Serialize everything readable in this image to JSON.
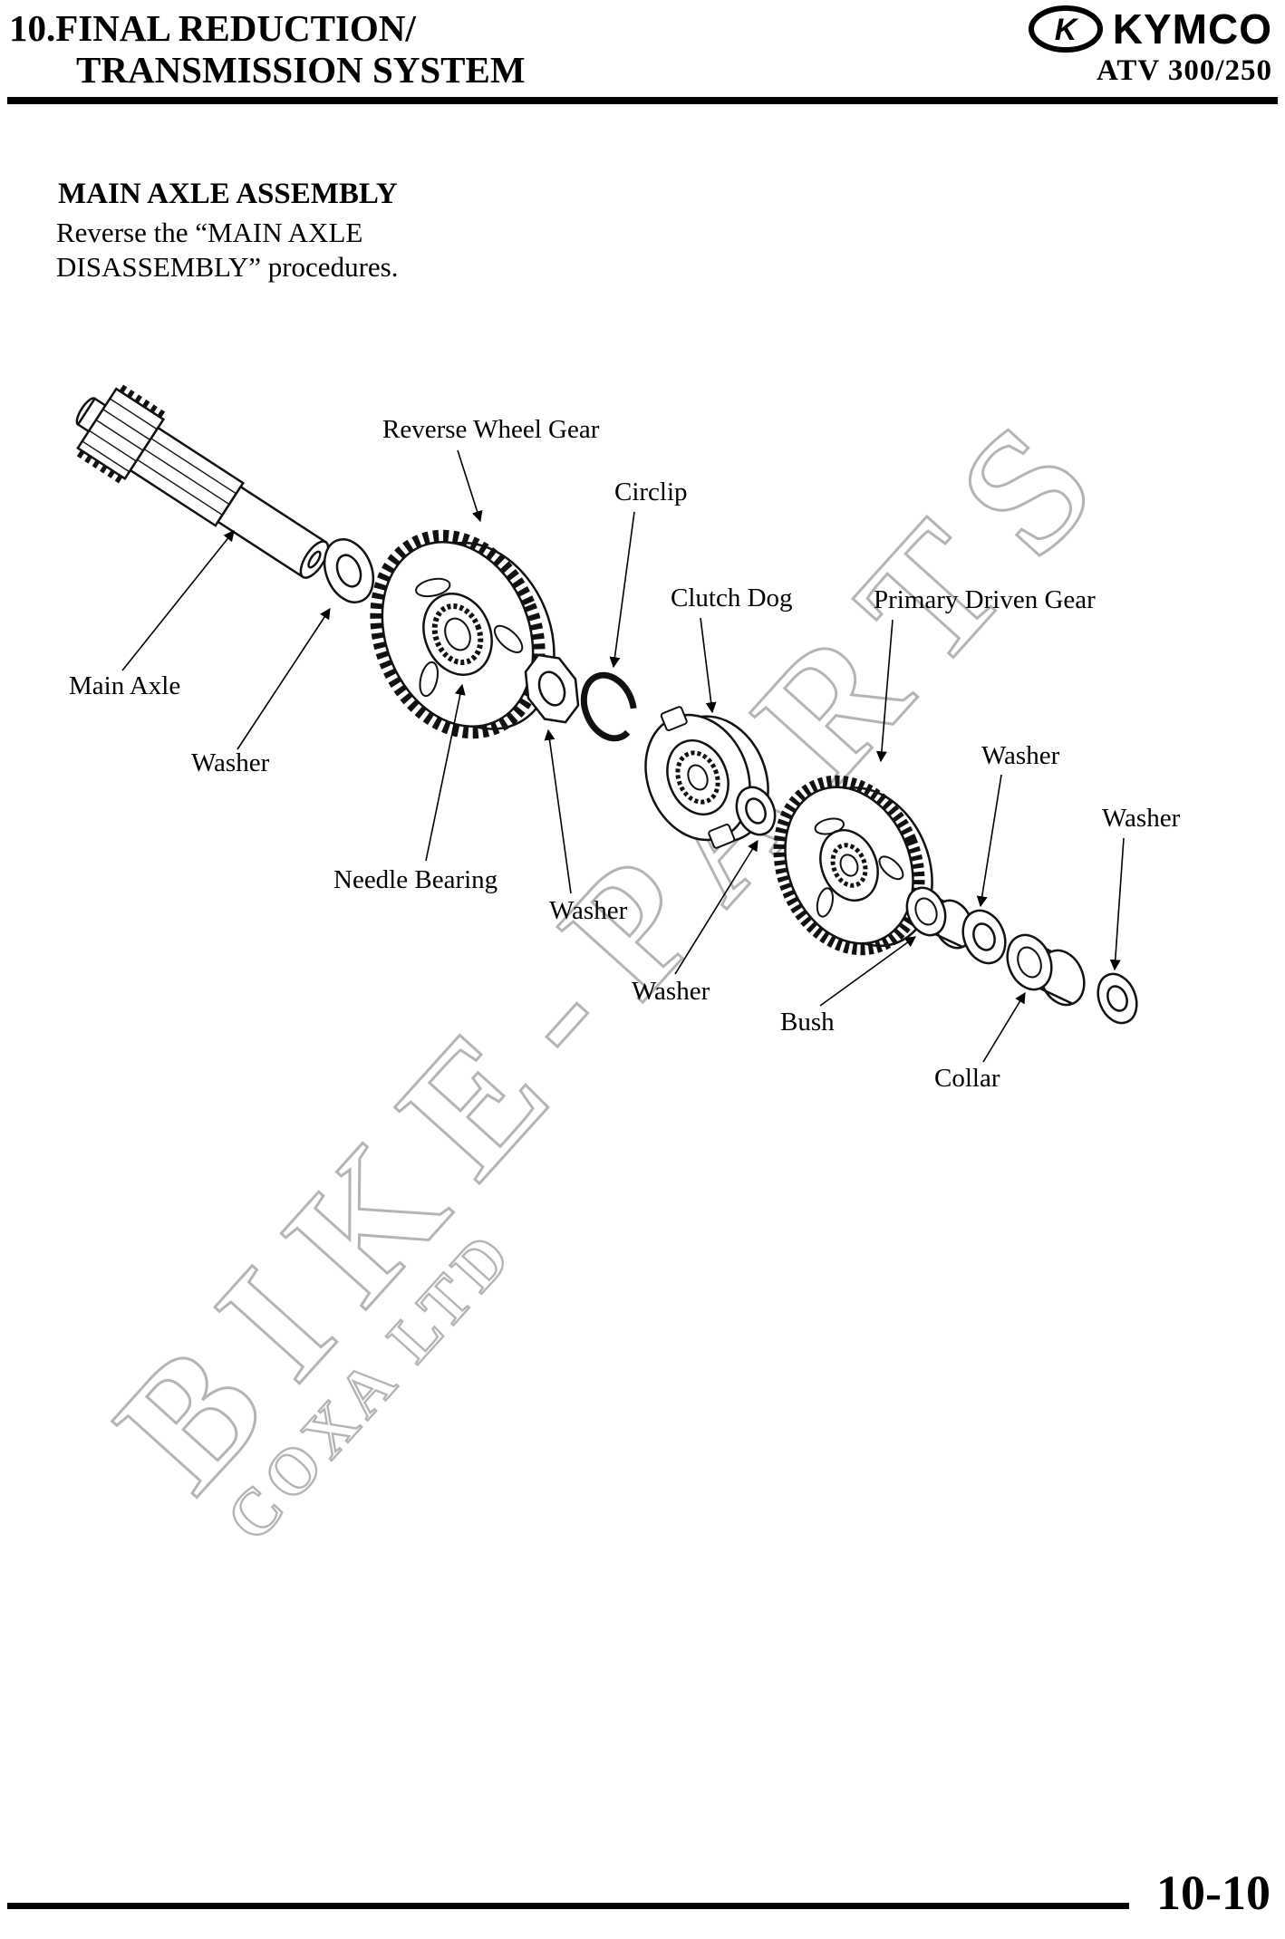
{
  "header": {
    "title_line1": "10.FINAL REDUCTION/",
    "title_line2": "TRANSMISSION SYSTEM",
    "brand": "KYMCO",
    "logo_monogram": "K",
    "model": "ATV 300/250"
  },
  "section": {
    "title": "MAIN AXLE ASSEMBLY",
    "body_line1": "Reverse the “MAIN AXLE",
    "body_line2": "DISASSEMBLY” procedures."
  },
  "diagram": {
    "labels": {
      "reverse_wheel_gear": "Reverse Wheel Gear",
      "circlip": "Circlip",
      "clutch_dog": "Clutch Dog",
      "primary_driven_gear": "Primary Driven Gear",
      "main_axle": "Main Axle",
      "washer_left": "Washer",
      "needle_bearing": "Needle Bearing",
      "washer_mid1": "Washer",
      "washer_mid2": "Washer",
      "washer_right1": "Washer",
      "washer_right2": "Washer",
      "bush": "Bush",
      "collar": "Collar"
    }
  },
  "watermark": {
    "line1": "BIKE-PARTS",
    "line2": "COXA LTD"
  },
  "footer": {
    "page_number": "10-10"
  }
}
